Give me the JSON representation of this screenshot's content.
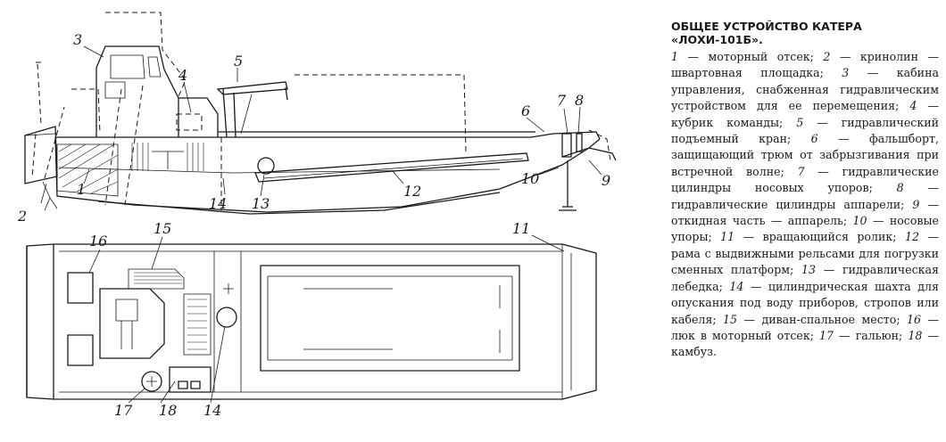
{
  "caption": {
    "title_line1": "ОБЩЕЕ УСТРОЙСТВО КАТЕРА",
    "title_line2": "«ЛОХИ-101Б».",
    "items": [
      {
        "num": "1",
        "text": "моторный отсек;"
      },
      {
        "num": "2",
        "text": "кринолин — швартовная площадка;"
      },
      {
        "num": "3",
        "text": "кабина управления, снабженная гидравлическим устройством для ее перемещения;"
      },
      {
        "num": "4",
        "text": "кубрик команды;"
      },
      {
        "num": "5",
        "text": "гидравлический подъемный кран;"
      },
      {
        "num": "6",
        "text": "фальшборт, защищающий трюм от забрызгивания при встречной волне;"
      },
      {
        "num": "7",
        "text": "гидравлические цилиндры носовых упоров;"
      },
      {
        "num": "8",
        "text": "гидравлические цилиндры аппарели;"
      },
      {
        "num": "9",
        "text": "откидная часть — аппарель;"
      },
      {
        "num": "10",
        "text": "носовые упоры;"
      },
      {
        "num": "11",
        "text": "вращающийся ролик;"
      },
      {
        "num": "12",
        "text": "рама с выдвижными рельсами для погрузки сменных платформ;"
      },
      {
        "num": "13",
        "text": "гидравлическая лебедка;"
      },
      {
        "num": "14",
        "text": "цилиндрическая шахта для опускания под воду приборов, стропов или кабеля;"
      },
      {
        "num": "15",
        "text": "диван-спальное место;"
      },
      {
        "num": "16",
        "text": "люк в моторный отсек;"
      },
      {
        "num": "17",
        "text": "гальюн;"
      },
      {
        "num": "18",
        "text": "камбуз."
      }
    ]
  },
  "side_view_labels": [
    "3",
    "5",
    "4",
    "6",
    "7",
    "8",
    "2",
    "1",
    "14",
    "13",
    "12",
    "9",
    "10"
  ],
  "plan_view_labels": [
    "16",
    "15",
    "11",
    "17",
    "18",
    "14"
  ]
}
